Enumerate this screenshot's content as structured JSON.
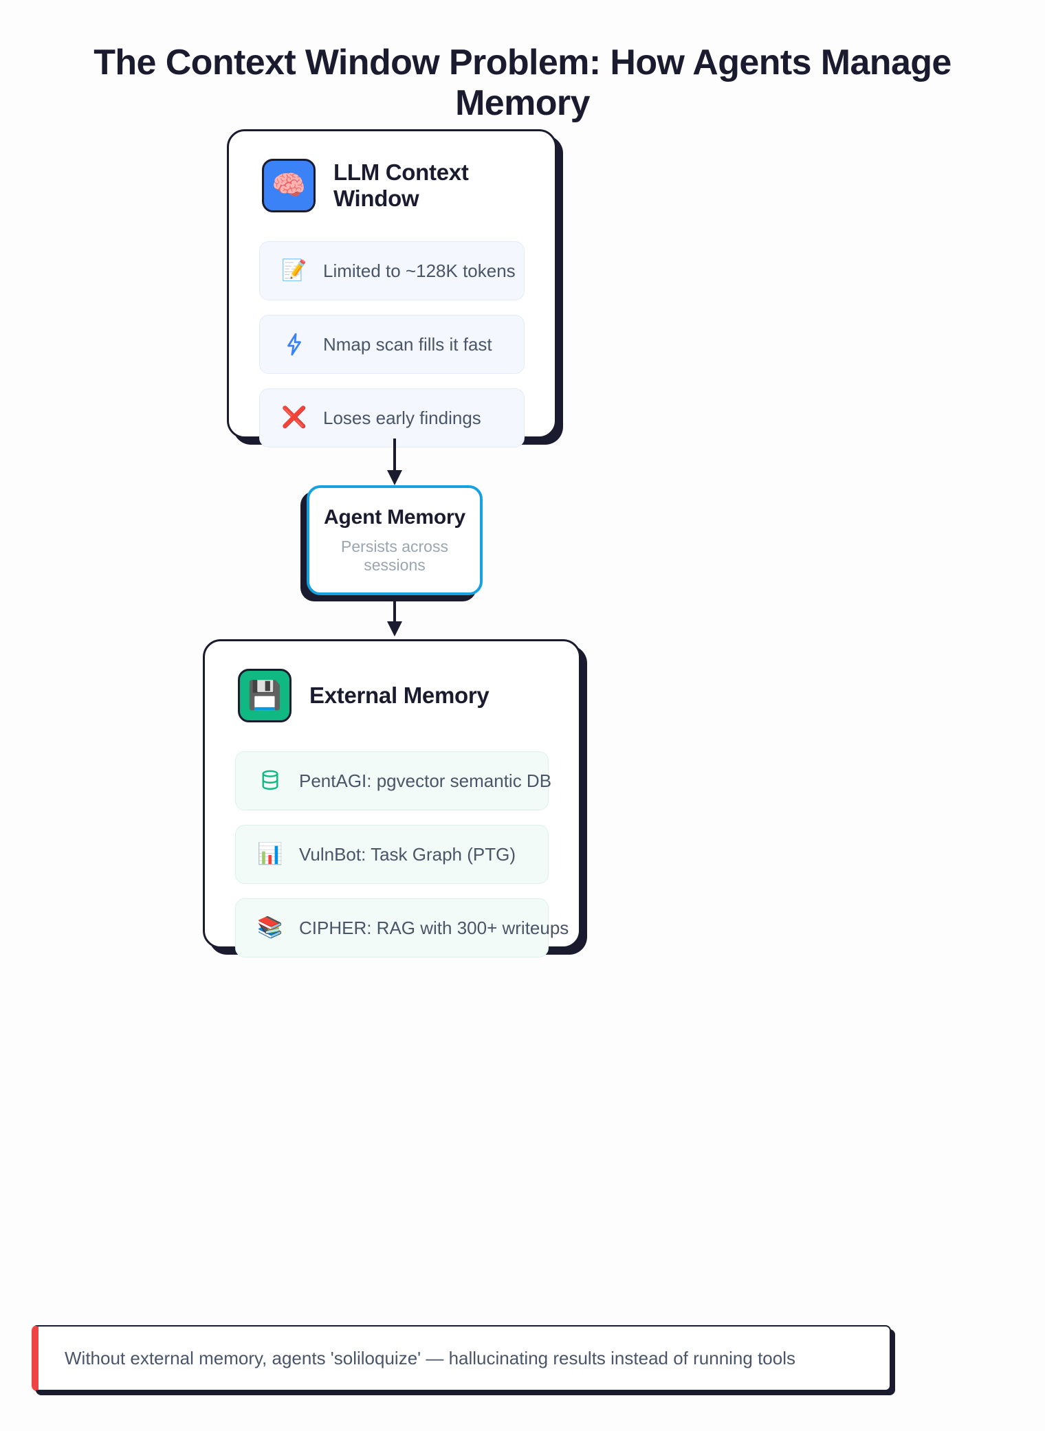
{
  "title": "The Context Window Problem: How Agents Manage Memory",
  "cards": {
    "context": {
      "icon": "brain-emoji",
      "icon_glyph": "🧠",
      "icon_bg": "#3b82f6",
      "title": "LLM Context Window",
      "items": [
        {
          "icon": "memo-emoji",
          "glyph": "📝",
          "label": "Limited to ~128K tokens"
        },
        {
          "icon": "lightning-icon",
          "glyph": "",
          "label": "Nmap scan fills it fast"
        },
        {
          "icon": "cross-mark-emoji",
          "glyph": "❌",
          "label": "Loses early findings"
        }
      ]
    },
    "external": {
      "icon": "floppy-disk-emoji",
      "icon_glyph": "💾",
      "icon_bg": "#10b981",
      "title": "External Memory",
      "items": [
        {
          "icon": "database-icon",
          "glyph": "",
          "label": "PentAGI: pgvector semantic DB"
        },
        {
          "icon": "bar-chart-emoji",
          "glyph": "📊",
          "label": "VulnBot: Task Graph (PTG)"
        },
        {
          "icon": "books-emoji",
          "glyph": "📚",
          "label": "CIPHER: RAG with 300+ writeups"
        }
      ]
    }
  },
  "node": {
    "title": "Agent Memory",
    "subtitle": "Persists across sessions",
    "border_color": "#16a2e0"
  },
  "note": {
    "text": "Without external memory, agents 'soliloquize' — hallucinating results instead of running tools",
    "accent_color": "#ef4444"
  }
}
